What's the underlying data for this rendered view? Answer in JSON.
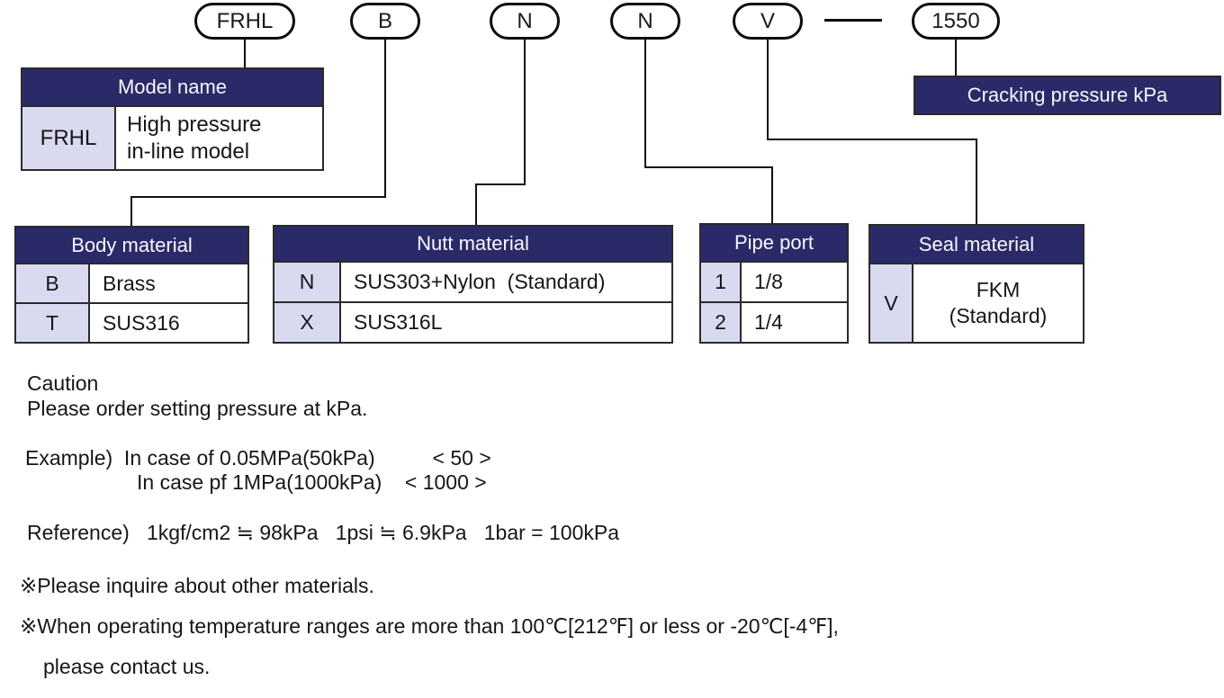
{
  "diagram": {
    "pills": [
      {
        "label": "FRHL"
      },
      {
        "label": "B"
      },
      {
        "label": "N"
      },
      {
        "label": "N"
      },
      {
        "label": "V"
      },
      {
        "label": "1550"
      }
    ],
    "separator": "—",
    "model_table": {
      "header": "Model name",
      "code": "FRHL",
      "desc_line1": "High pressure",
      "desc_line2": "in-line model"
    },
    "cracking_box": {
      "label": "Cracking pressure kPa"
    },
    "tables": [
      {
        "header": "Body material",
        "rows": [
          {
            "code": "B",
            "value": "Brass"
          },
          {
            "code": "T",
            "value": "SUS316"
          }
        ]
      },
      {
        "header": "Nutt material",
        "rows": [
          {
            "code": "N",
            "value": "SUS303+Nylon  (Standard)"
          },
          {
            "code": "X",
            "value": "SUS316L"
          }
        ]
      },
      {
        "header": "Pipe port",
        "rows": [
          {
            "code": "1",
            "value": "1/8"
          },
          {
            "code": "2",
            "value": "1/4"
          }
        ]
      },
      {
        "header": "Seal material",
        "rows": [
          {
            "code": "V",
            "value": "FKM",
            "value_line2": "(Standard)"
          }
        ]
      }
    ]
  },
  "notes": {
    "caution_title": "Caution",
    "caution_body": "Please order setting pressure at kPa.",
    "example_line1": "Example)  In case of 0.05MPa(50kPa)          < 50 >",
    "example_line2": "In case pf 1MPa(1000kPa)    < 1000 >",
    "reference": "Reference)   1kgf/cm2 ≒ 98kPa   1psi ≒ 6.9kPa   1bar = 100kPa",
    "note_materials": "※Please inquire about other materials.",
    "note_temperature": "※When operating temperature ranges are more than 100℃[212℉] or less or -20℃[-4℉],",
    "note_contact": "please contact us."
  },
  "colors": {
    "header_navy": "#2b2a68",
    "code_cell_lavender": "#d9d9f0",
    "line_black": "#111111"
  }
}
